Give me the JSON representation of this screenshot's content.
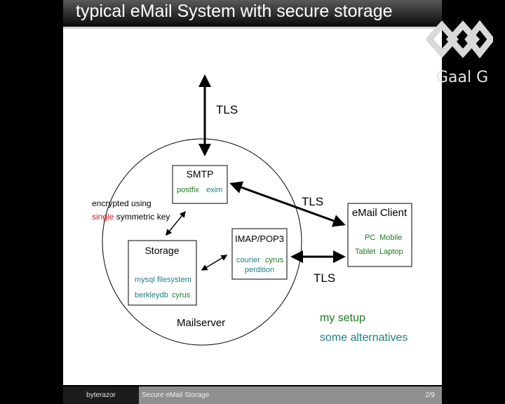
{
  "slide": {
    "title": "typical eMail System with secure storage",
    "logo_text": "Gaal G"
  },
  "diagram": {
    "tls_top": "TLS",
    "tls_mid": "TLS",
    "tls_low": "TLS",
    "smtp": {
      "title": "SMTP",
      "item1": "postfix",
      "item2": "exim"
    },
    "storage": {
      "title": "Storage",
      "item1": "mysql",
      "item2": "filesystem",
      "item3": "berkleydb",
      "item4": "cyrus"
    },
    "imap": {
      "title": "IMAP/POP3",
      "item1": "courier",
      "item2": "cyrus",
      "item3": "perdition"
    },
    "client": {
      "title": "eMail Client",
      "item1": "PC",
      "item2": "Mobile",
      "item3": "Tablet",
      "item4": "Laptop"
    },
    "enc_line1": "encrypted using",
    "enc_word": "single",
    "enc_rest": " symmetric key",
    "mailserver": "Mailserver",
    "legend_setup": "my setup",
    "legend_alt": "some alternatives"
  },
  "colors": {
    "setup_green": "#1f7a1f",
    "alt_teal": "#1f7f7f",
    "highlight_red": "#d81b1b"
  },
  "footer": {
    "author": "byterazor",
    "topic": "Secure eMail Storage",
    "page": "2/9"
  }
}
